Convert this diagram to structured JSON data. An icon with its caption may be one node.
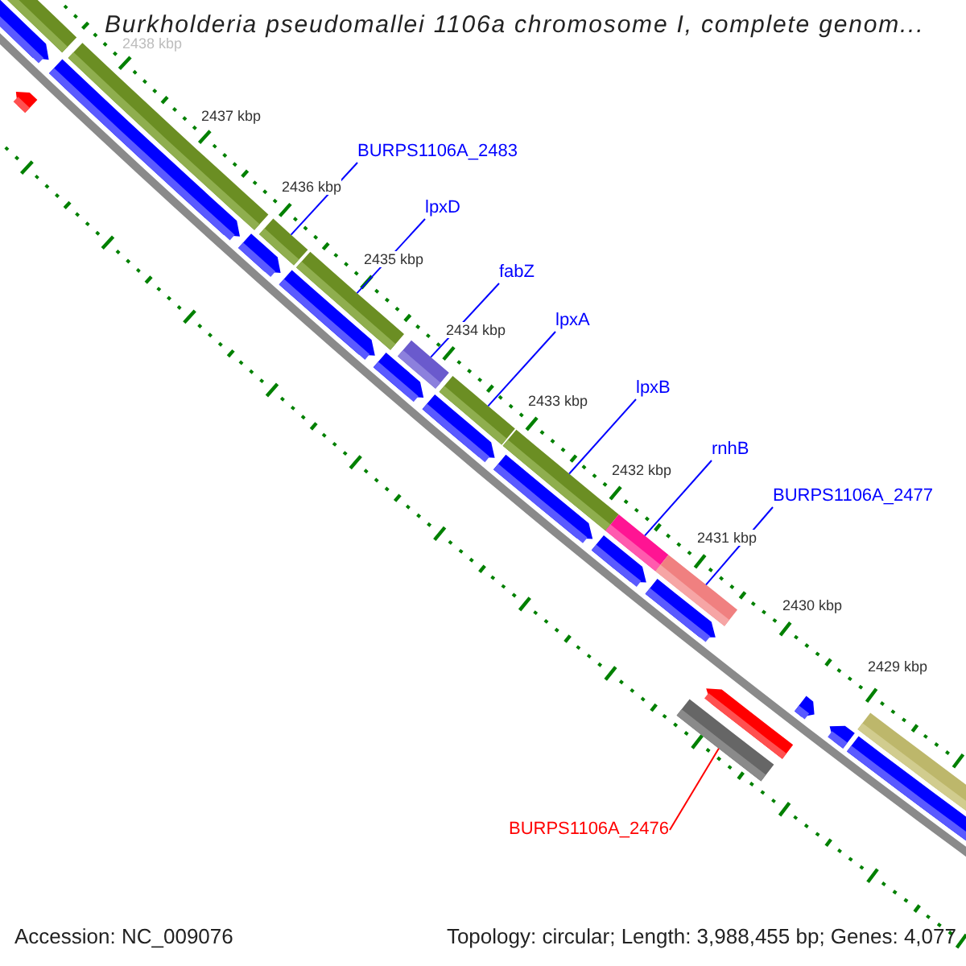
{
  "diagram": {
    "title": "Burkholderia pseudomallei 1106a chromosome I, complete genom...",
    "nodes": [
      {
        "text": [
          "BURPS1106A_2483"
        ]
      },
      {
        "text": [
          "lpxD"
        ]
      },
      {
        "text": [
          "fabZ"
        ]
      },
      {
        "text": [
          "lpxA"
        ]
      },
      {
        "text": [
          "lpxB"
        ]
      },
      {
        "text": [
          "rnhB"
        ]
      },
      {
        "text": [
          "BURPS1106A_2477"
        ]
      },
      {
        "text": [
          "BURPS1106A_2476"
        ]
      },
      {
        "text": [],
        "shape": "bar"
      },
      {
        "text": [],
        "shape": "bar"
      },
      {
        "text": [],
        "shape": "bar"
      },
      {
        "text": [],
        "shape": "bar"
      },
      {
        "text": [],
        "shape": "bar"
      },
      {
        "text": [],
        "shape": "bar"
      },
      {
        "text": [],
        "shape": "bar"
      },
      {
        "text": [],
        "shape": "bar"
      }
    ],
    "edges": [
      {
        "from": 0,
        "to": 8,
        "arrow": "none"
      },
      {
        "from": 1,
        "to": 9,
        "arrow": "none"
      },
      {
        "from": 2,
        "to": 10,
        "arrow": "none"
      },
      {
        "from": 3,
        "to": 11,
        "arrow": "none"
      },
      {
        "from": 4,
        "to": 12,
        "arrow": "none"
      },
      {
        "from": 5,
        "to": 13,
        "arrow": "none"
      },
      {
        "from": 6,
        "to": 14,
        "arrow": "none"
      },
      {
        "from": 7,
        "to": 15,
        "arrow": "none",
        "color": "#ff0000"
      }
    ],
    "labels": [
      "2438 kbp",
      "2437 kbp",
      "2436 kbp",
      "2435 kbp",
      "2434 kbp",
      "2433 kbp",
      "2432 kbp",
      "2431 kbp",
      "2430 kbp",
      "2429 kbp",
      "Accession: NC_009076",
      "Topology: circular; Length: 3,988,455 bp; Genes: 4,077"
    ]
  }
}
